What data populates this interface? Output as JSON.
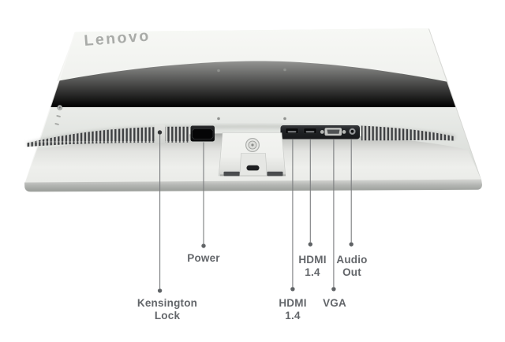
{
  "logo": {
    "text": "Lenovo"
  },
  "callouts": {
    "kensington": {
      "line1": "Kensington",
      "line2": "Lock"
    },
    "power": {
      "line1": "Power"
    },
    "hdmi_lower": {
      "line1": "HDMI",
      "line2": "1.4"
    },
    "hdmi_upper": {
      "line1": "HDMI",
      "line2": "1.4"
    },
    "vga": {
      "line1": "VGA"
    },
    "audio": {
      "line1": "Audio",
      "line2": "Out"
    }
  },
  "colors": {
    "background": "#ffffff",
    "monitor_body": "#eceeeb",
    "monitor_body_highlight": "#f6f7f4",
    "bottom_edge": "#b3b5b2",
    "vent_slits": "#3c3e40",
    "port_recess": "#232528",
    "leader_line": "#7b7d7f",
    "label_text": "#63666a",
    "logo_gray": "#a9aba8"
  }
}
